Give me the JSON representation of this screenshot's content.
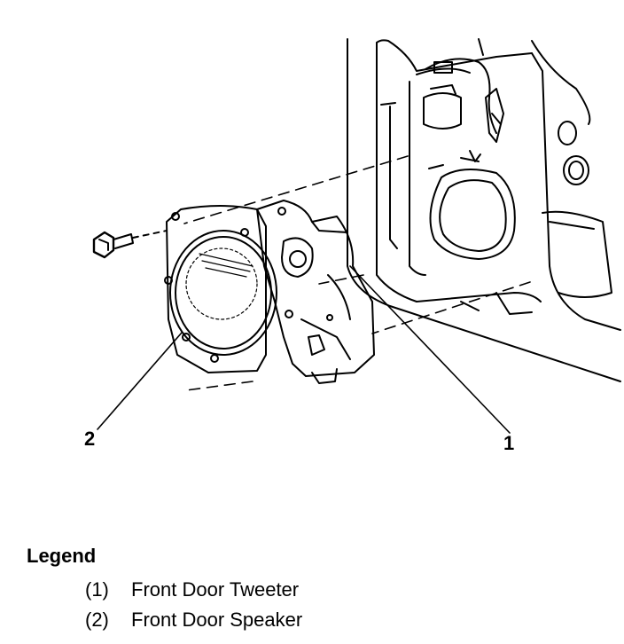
{
  "callouts": [
    {
      "id": "1",
      "label": "1"
    },
    {
      "id": "2",
      "label": "2"
    }
  ],
  "legend": {
    "title": "Legend",
    "items": [
      {
        "num": "(1)",
        "text": "Front Door Tweeter"
      },
      {
        "num": "(2)",
        "text": "Front Door Speaker"
      }
    ]
  },
  "colors": {
    "ink": "#000000",
    "paper": "#ffffff"
  }
}
